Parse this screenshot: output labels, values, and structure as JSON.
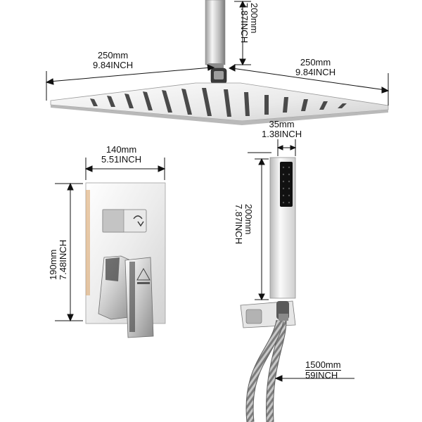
{
  "dimensions": {
    "arm_height": {
      "mm": "200mm",
      "inch": "7.87INCH"
    },
    "head_width": {
      "mm": "250mm",
      "inch": "9.84INCH"
    },
    "head_depth": {
      "mm": "250mm",
      "inch": "9.84INCH"
    },
    "handset_width": {
      "mm": "35mm",
      "inch": "1.38INCH"
    },
    "panel_width": {
      "mm": "140mm",
      "inch": "5.51INCH"
    },
    "panel_height": {
      "mm": "190mm",
      "inch": "7.48INCH"
    },
    "handset_length": {
      "mm": "200mm",
      "inch": "7.87INCH"
    },
    "hose_length": {
      "mm": "1500mm",
      "inch": "59INCH"
    }
  },
  "colors": {
    "chrome_light": "#f4f4f4",
    "chrome_mid": "#c8c8c8",
    "chrome_dark": "#6e6e6e",
    "line": "#111111"
  },
  "icons": [
    "shower-head-icon",
    "mixer-valve-icon",
    "hand-shower-icon",
    "hose-icon",
    "logo-badge-icon"
  ]
}
